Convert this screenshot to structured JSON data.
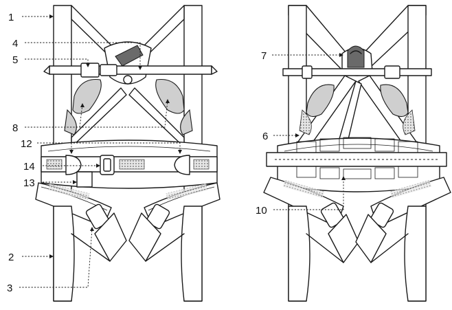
{
  "diagram": {
    "views": [
      "front-view",
      "back-view"
    ],
    "callouts": [
      {
        "id": "c1",
        "label": "1"
      },
      {
        "id": "c2",
        "label": "2"
      },
      {
        "id": "c3",
        "label": "3"
      },
      {
        "id": "c4",
        "label": "4"
      },
      {
        "id": "c5",
        "label": "5"
      },
      {
        "id": "c6",
        "label": "6"
      },
      {
        "id": "c7",
        "label": "7"
      },
      {
        "id": "c8",
        "label": "8"
      },
      {
        "id": "c10",
        "label": "10"
      },
      {
        "id": "c12",
        "label": "12"
      },
      {
        "id": "c13",
        "label": "13"
      },
      {
        "id": "c14",
        "label": "14"
      }
    ]
  }
}
